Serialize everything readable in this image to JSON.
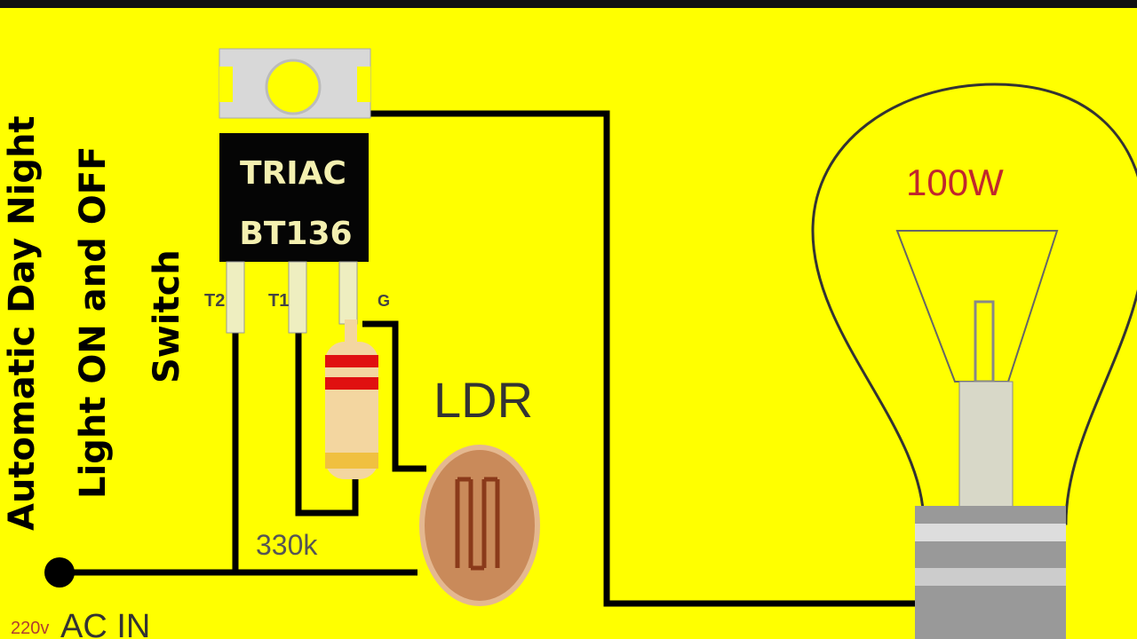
{
  "title_lines": [
    "Automatic Day Night",
    "Light ON and OFF",
    "Switch"
  ],
  "triac": {
    "line1": "TRIAC",
    "line2": "BT136",
    "pins": {
      "t2": "T2",
      "t1": "T1",
      "g": "G"
    }
  },
  "ldr_label": "LDR",
  "resistor_label": "330k",
  "lamp_label": "100W",
  "input_label": {
    "voltage": "220v",
    "text": "AC IN"
  },
  "colors": {
    "background": "#ffff00",
    "wire": "#000000",
    "lamp_label": "#c0272d",
    "resistor_band": "#e01010",
    "ldr_body": "#c98a5a"
  }
}
